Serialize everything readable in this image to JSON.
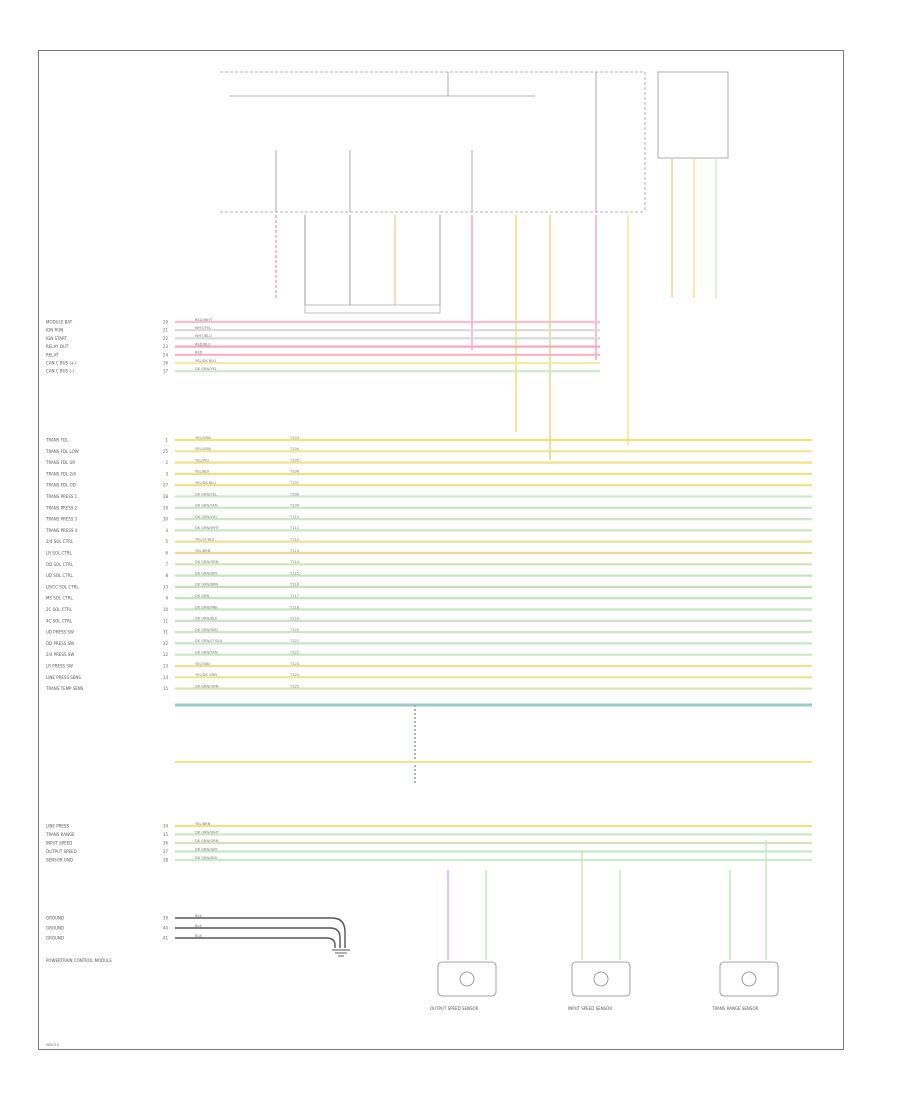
{
  "diagram": {
    "footer_code": "WD010",
    "rows": [
      {
        "label": "TRANS FDL",
        "pin": "1",
        "color": "YEL/ORN",
        "circuit": "T103",
        "wire": "#f1e27a"
      },
      {
        "label": "TRANS FDL LOW",
        "pin": "25",
        "color": "YEL/GRN",
        "circuit": "T104",
        "wire": "#efe58f"
      },
      {
        "label": "TRANS FDL UR",
        "pin": "2",
        "color": "YEL/VIO",
        "circuit": "T105",
        "wire": "#f0e289"
      },
      {
        "label": "TRANS FDL 2/4",
        "pin": "3",
        "color": "YEL/BLK",
        "circuit": "T106",
        "wire": "#eee08a"
      },
      {
        "label": "TRANS FDL OD",
        "pin": "27",
        "color": "YEL/DK BLU",
        "circuit": "T107",
        "wire": "#efdf8c"
      },
      {
        "label": "TRANS PRESS 1",
        "pin": "28",
        "color": "DK GRN/YEL",
        "circuit": "T108",
        "wire": "#cce8c8"
      },
      {
        "label": "TRANS PRESS 2",
        "pin": "29",
        "color": "DK GRN/TAN",
        "circuit": "T109",
        "wire": "#c9e7c5"
      },
      {
        "label": "TRANS PRESS 3",
        "pin": "30",
        "color": "DK GRN/VIO",
        "circuit": "T110",
        "wire": "#cbe8c6"
      },
      {
        "label": "TRANS PRESS 4",
        "pin": "4",
        "color": "DK GRN/WHT",
        "circuit": "T111",
        "wire": "#c8e6c4"
      },
      {
        "label": "2/4 SOL CTRL",
        "pin": "5",
        "color": "YEL/LT BLU",
        "circuit": "T112",
        "wire": "#efe08f"
      },
      {
        "label": "LR SOL CTRL",
        "pin": "6",
        "color": "YEL/BRN",
        "circuit": "T113",
        "wire": "#e9dc92"
      },
      {
        "label": "OD SOL CTRL",
        "pin": "7",
        "color": "DK GRN/ORN",
        "circuit": "T114",
        "wire": "#d2e3b5"
      },
      {
        "label": "UD SOL CTRL",
        "pin": "8",
        "color": "DK GRN/GRY",
        "circuit": "T115",
        "wire": "#c6e4c2"
      },
      {
        "label": "LR/CC SOL CTRL",
        "pin": "33",
        "color": "DK GRN/BRN",
        "circuit": "T116",
        "wire": "#c8e0b4"
      },
      {
        "label": "MS SOL CTRL",
        "pin": "9",
        "color": "DK GRN",
        "circuit": "T117",
        "wire": "#c1e1bd"
      },
      {
        "label": "2C SOL CTRL",
        "pin": "10",
        "color": "DK GRN/PNK",
        "circuit": "T118",
        "wire": "#cbe4c4"
      },
      {
        "label": "4C SOL CTRL",
        "pin": "11",
        "color": "DK GRN/BLK",
        "circuit": "T119",
        "wire": "#c5e2c0"
      },
      {
        "label": "UD PRESS SW",
        "pin": "31",
        "color": "DK GRN/RED",
        "circuit": "T120",
        "wire": "#cfe3c2"
      },
      {
        "label": "OD PRESS SW",
        "pin": "32",
        "color": "DK GRN/LT BLU",
        "circuit": "T121",
        "wire": "#c6e6c8"
      },
      {
        "label": "2/4 PRESS SW",
        "pin": "12",
        "color": "DK GRN/TAN",
        "circuit": "T122",
        "wire": "#c9e6c3"
      },
      {
        "label": "LR PRESS SW",
        "pin": "13",
        "color": "YEL/TAN",
        "circuit": "T123",
        "wire": "#eedf92"
      },
      {
        "label": "LINE PRESS SENS",
        "pin": "14",
        "color": "YEL/DK GRN",
        "circuit": "T124",
        "wire": "#e7e493"
      },
      {
        "label": "TRANS TEMP SENS",
        "pin": "15",
        "color": "DK GRN/ORN",
        "circuit": "T125",
        "wire": "#d3e4b7"
      }
    ],
    "power_rows": [
      {
        "label": "MODULE BAT",
        "pin": "20",
        "color": "RED/WHT",
        "wire": "#f7c0cb"
      },
      {
        "label": "IGN RUN",
        "pin": "21",
        "color": "WHT/YEL",
        "wire": "#d9d9d9"
      },
      {
        "label": "IGN START",
        "pin": "22",
        "color": "WHT/BLU",
        "wire": "#d9d9d9"
      },
      {
        "label": "RELAY OUT",
        "pin": "23",
        "color": "RED/BLU",
        "wire": "#f5a9bf"
      },
      {
        "label": "RELAY",
        "pin": "24",
        "color": "RED",
        "wire": "#f7b2c2"
      },
      {
        "label": "CAN C BUS (+)",
        "pin": "16",
        "color": "YEL/DK BLU",
        "wire": "#f2eaa7"
      },
      {
        "label": "CAN C BUS (-)",
        "pin": "17",
        "color": "DK GRN/YEL",
        "wire": "#cfe8cd"
      }
    ],
    "bottom_rows": [
      {
        "label": "LINE PRESS",
        "pin": "34",
        "color": "YEL/BRN",
        "wire": "#f0e08a"
      },
      {
        "label": "TRANS RANGE",
        "pin": "35",
        "color": "DK GRN/WHT",
        "wire": "#cde8c8"
      },
      {
        "label": "INPUT SPEED",
        "pin": "36",
        "color": "DK GRN/ORN",
        "wire": "#d6e4b5"
      },
      {
        "label": "OUTPUT SPEED",
        "pin": "37",
        "color": "DK GRN/GRY",
        "wire": "#c8e6c6"
      },
      {
        "label": "SENSOR GND",
        "pin": "38",
        "color": "DK GRN/BLK",
        "wire": "#cfe7cc"
      }
    ],
    "ground_rows": [
      {
        "label": "GROUND",
        "pin": "39",
        "color": "BLK"
      },
      {
        "label": "GROUND",
        "pin": "40",
        "color": "BLK"
      },
      {
        "label": "GROUND",
        "pin": "41",
        "color": "BLK"
      }
    ],
    "module_label": "POWERTRAIN CONTROL MODULE",
    "sensor_labels": [
      "OUTPUT SPEED SENSOR",
      "INPUT SPEED SENSOR",
      "TRANS RANGE SENSOR"
    ],
    "colors": {
      "frame": "#777777",
      "line": "#999999",
      "text": "#555555"
    }
  }
}
